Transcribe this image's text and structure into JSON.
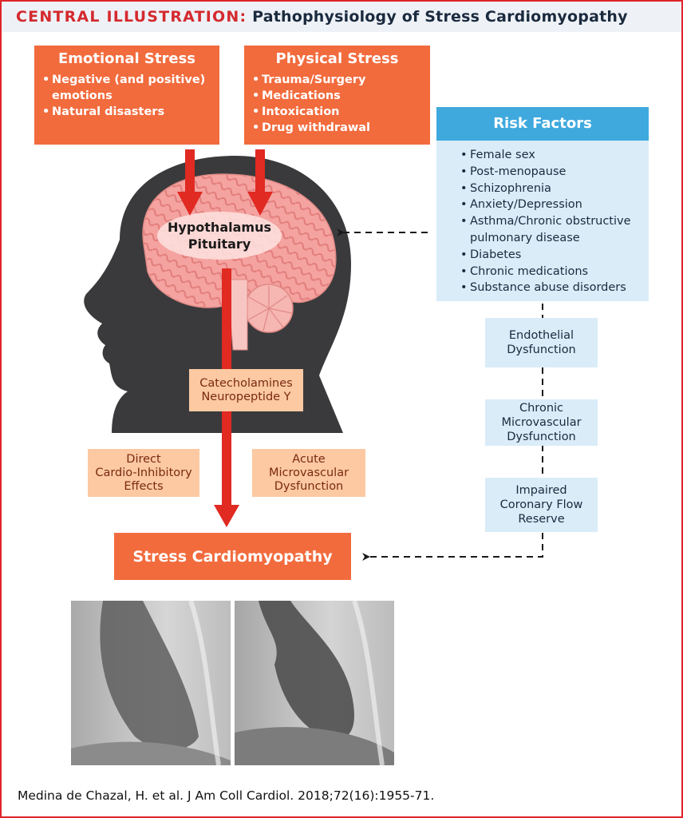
{
  "title": {
    "prefix": "CENTRAL ILLUSTRATION:",
    "main": "Pathophysiology of Stress Cardiomyopathy"
  },
  "emotional_stress": {
    "heading": "Emotional Stress",
    "items": [
      "Negative (and positive) emotions",
      "Natural disasters"
    ]
  },
  "physical_stress": {
    "heading": "Physical Stress",
    "items": [
      "Trauma/Surgery",
      "Medications",
      "Intoxication",
      "Drug withdrawal"
    ]
  },
  "risk_factors": {
    "heading": "Risk Factors",
    "items": [
      "Female sex",
      "Post-menopause",
      "Schizophrenia",
      "Anxiety/Depression",
      "Asthma/Chronic obstructive pulmonary disease",
      "Diabetes",
      "Chronic medications",
      "Substance abuse disorders"
    ]
  },
  "brain": {
    "label_line1": "Hypothalamus",
    "label_line2": "Pituitary"
  },
  "mediators": {
    "line1": "Catecholamines",
    "line2": "Neuropeptide Y"
  },
  "mechanisms": {
    "direct": "Direct\nCardio-Inhibitory\nEffects",
    "acute": "Acute\nMicrovascular\nDysfunction"
  },
  "chronic_chain": [
    "Endothelial\nDysfunction",
    "Chronic\nMicrovascular\nDysfunction",
    "Impaired\nCoronary Flow\nReserve"
  ],
  "outcome": "Stress Cardiomyopathy",
  "citation": "Medina de Chazal, H. et al. J Am Coll Cardiol. 2018;72(16):1955-71.",
  "colors": {
    "frame_red": "#e0232b",
    "stress_orange": "#f26b3d",
    "risk_blue_header": "#3fa9de",
    "light_blue": "#d9ecf8",
    "peach": "#fcc9a2",
    "arrow_red": "#e02a22",
    "head_silhouette": "#3a3a3c",
    "brain_pink": "#f4a3a0"
  }
}
